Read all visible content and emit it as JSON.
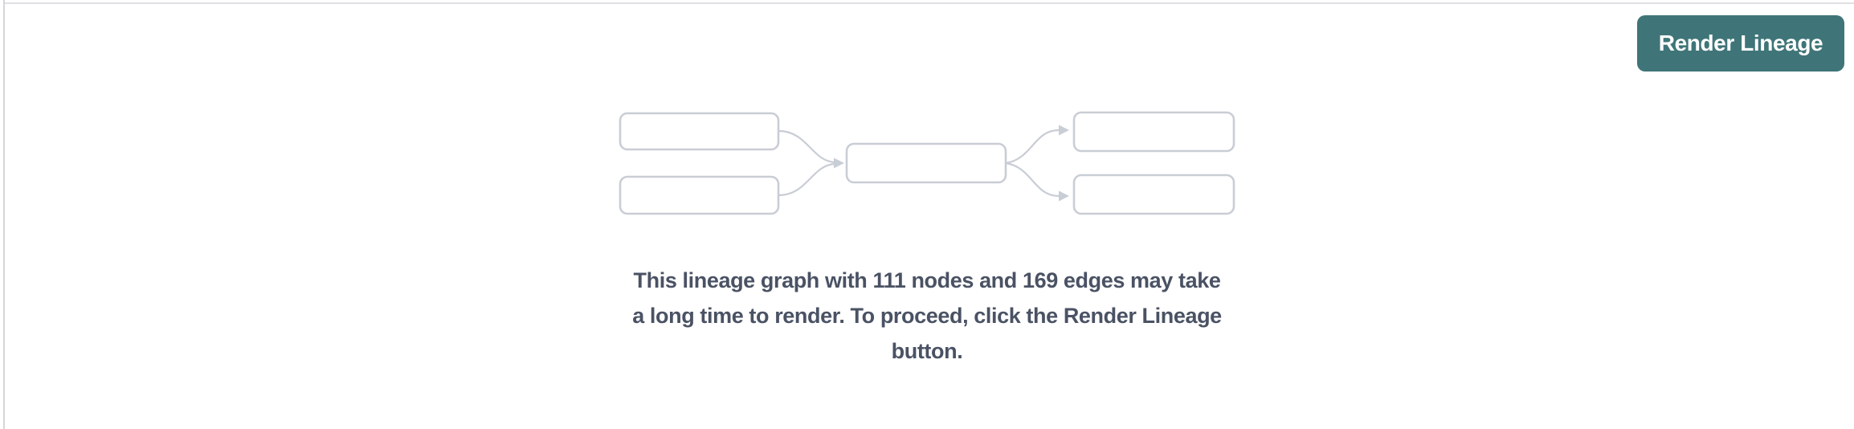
{
  "header": {
    "render_lineage_button_label": "Render Lineage"
  },
  "empty_state": {
    "message_lines": [
      "This lineage graph with 111 nodes and 169 edges may take",
      "a long time to render. To proceed, click the Render Lineage",
      "button."
    ],
    "node_count": 111,
    "edge_count": 169
  },
  "colors": {
    "button_background": "#3f7578",
    "button_text": "#ffffff",
    "message_text": "#4a5264",
    "illustration_line": "#c9cdd5",
    "top_border": "#e0e0e4",
    "left_border": "#d6d6da"
  }
}
